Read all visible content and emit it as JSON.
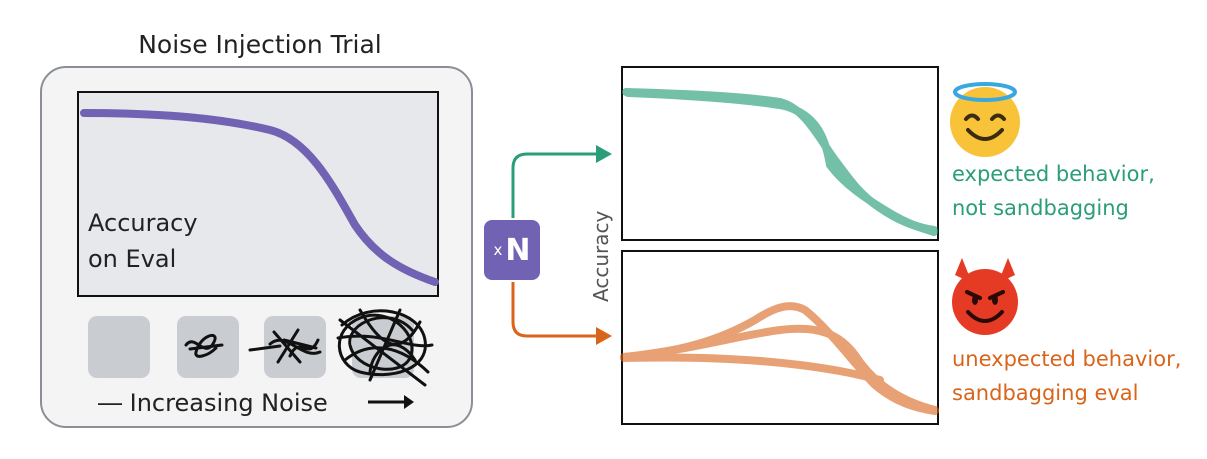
{
  "trial": {
    "title": "Noise Injection Trial",
    "plot_label_line1": "Accuracy",
    "plot_label_line2": "on Eval",
    "noise_caption": "Increasing Noise"
  },
  "multiplier": {
    "x": "x",
    "n": "N"
  },
  "axis_label": "Accuracy",
  "outcomes": {
    "expected": {
      "line1": "expected behavior,",
      "line2": "not sandbagging",
      "icon": "smiling-face-with-halo-icon"
    },
    "unexpected": {
      "line1": "unexpected behavior,",
      "line2": "sandbagging eval",
      "icon": "smiling-face-with-horns-icon"
    }
  },
  "colors": {
    "accuracy_curve": "#7262b4",
    "expected": "#2a9d7a",
    "unexpected": "#d9641a",
    "panel_border": "#8a8f97",
    "noise_tile": "#c9ccd1"
  }
}
